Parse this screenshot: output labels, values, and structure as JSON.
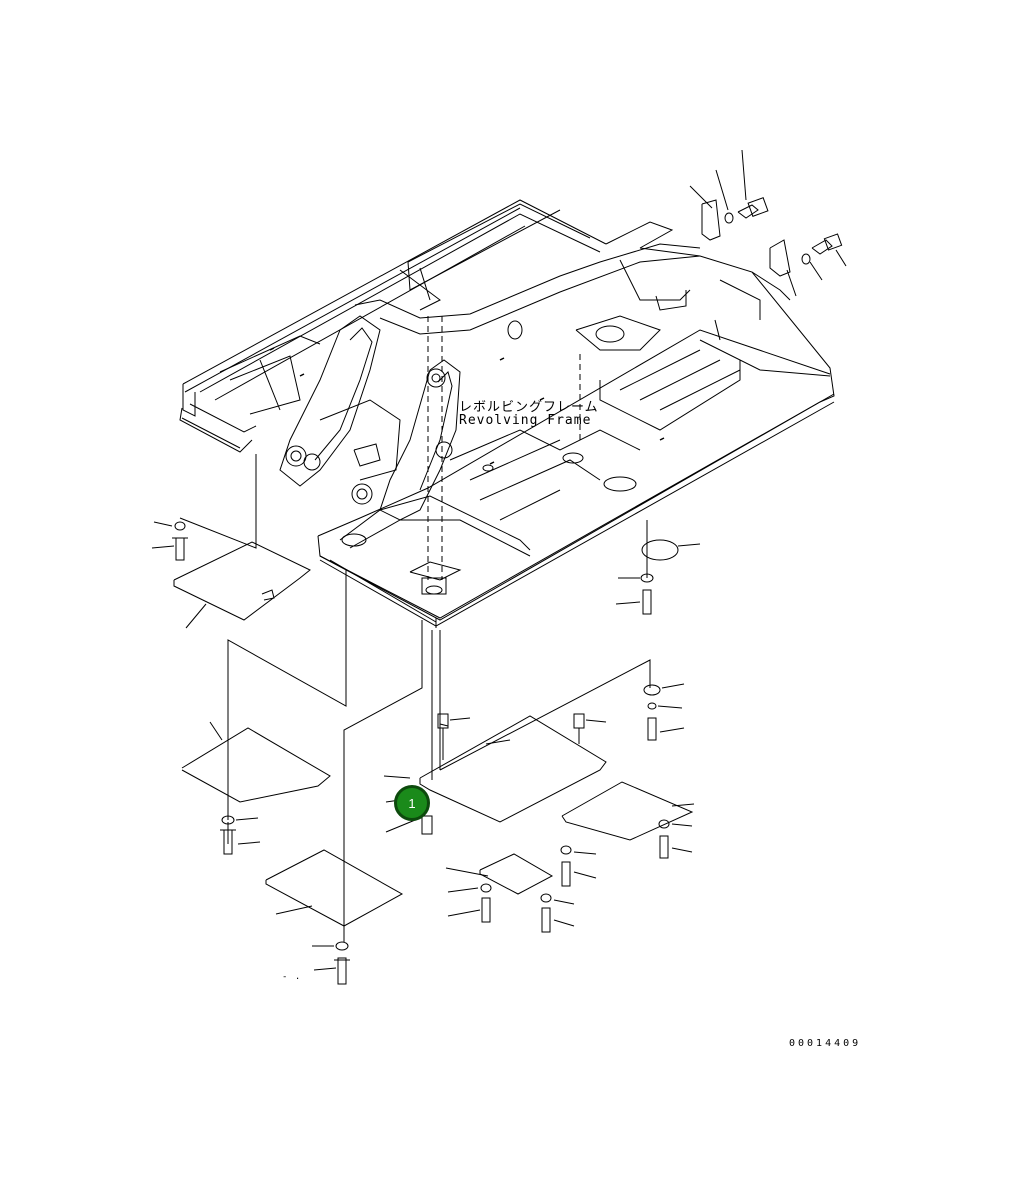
{
  "diagram": {
    "frame_label_jp": "レボルビングフレーム",
    "frame_label_en": "Revolving Frame",
    "drawing_number": "00014409",
    "callout_number": "1",
    "callout_color": "#1a8a1a",
    "line_color": "#000000",
    "small_mark": "- ."
  }
}
